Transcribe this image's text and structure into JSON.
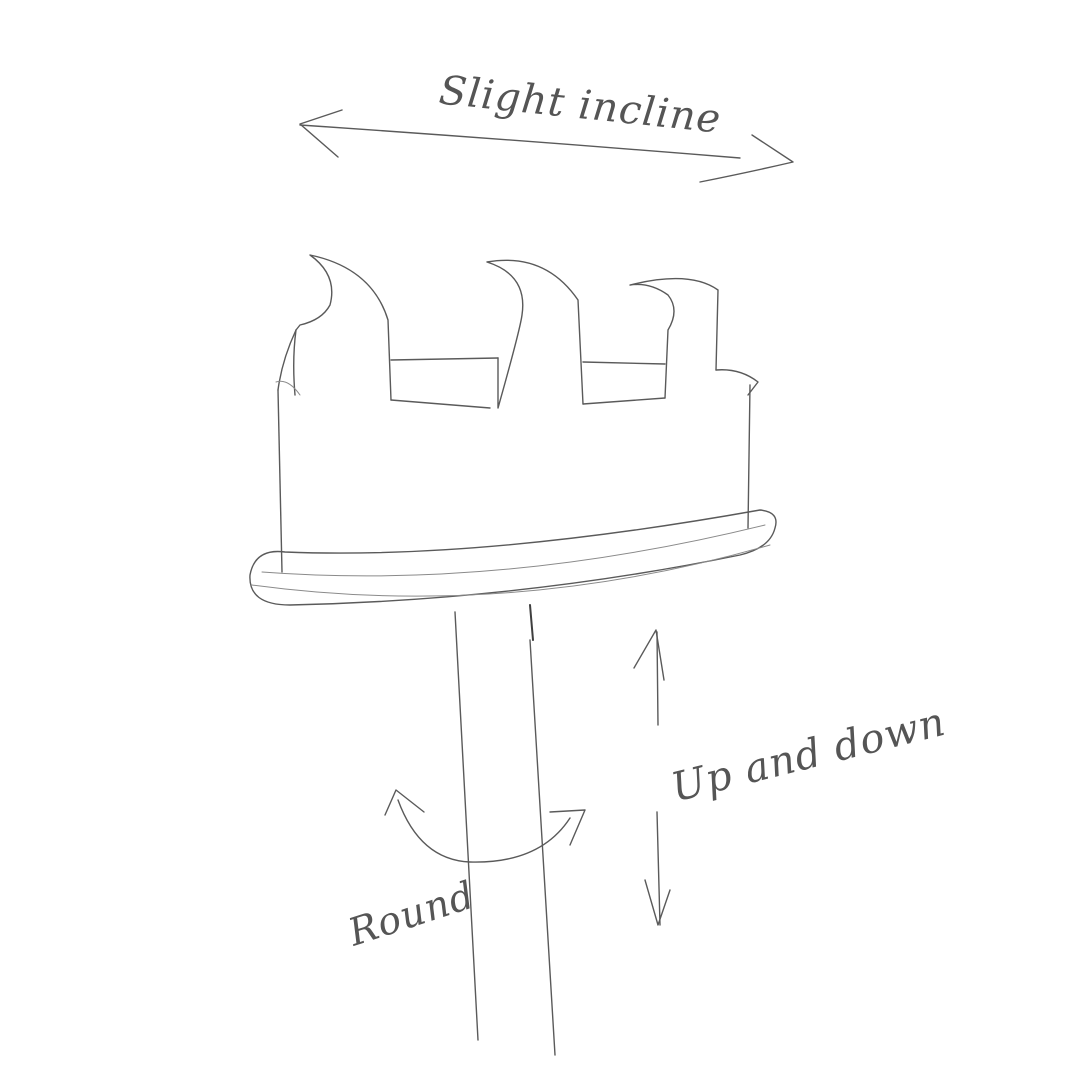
{
  "labels": {
    "slight_incline": "Slight incline",
    "up_and_down": "Up and down",
    "round": "Round"
  },
  "colors": {
    "pencil": "#5a5a5a",
    "paper": "#ffffff"
  },
  "icons": [
    "double-headed-arrow-icon",
    "vertical-arrow-icon",
    "rotation-arrow-icon"
  ]
}
